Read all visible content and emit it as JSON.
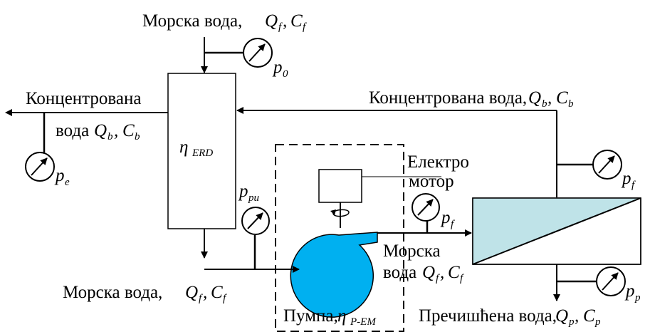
{
  "labels": {
    "seawater_top": "Морска вода,",
    "concentrate_left_1": "Концентрована",
    "concentrate_left_2": "вода",
    "concentrate_right": "Концентрована вода,",
    "eta_erd_sub": "ERD",
    "electro_1": "Електро",
    "electro_2": "мотор",
    "seawater_mid_1": "Морска",
    "seawater_mid_2": "вода",
    "seawater_bottom": "Морска вода,",
    "pump": "Пумпа,",
    "eta_pem_sub": "P-EM",
    "purified": "Пречишћена вода,"
  },
  "symbols": {
    "eta": "η",
    "Q": "Q",
    "C": "C",
    "p": "p",
    "sub_f": "f",
    "sub_b": "b",
    "sub_p": "p",
    "sub_0": "0",
    "sub_e": "e",
    "sub_pu": "pu",
    "comma": ","
  },
  "colors": {
    "pump_fill": "#00b0f0",
    "membrane_fill": "#bfe3e8",
    "line": "#000000"
  },
  "icons": {
    "gauge": "pressure-gauge-icon",
    "rotation": "rotation-arrow-icon"
  }
}
